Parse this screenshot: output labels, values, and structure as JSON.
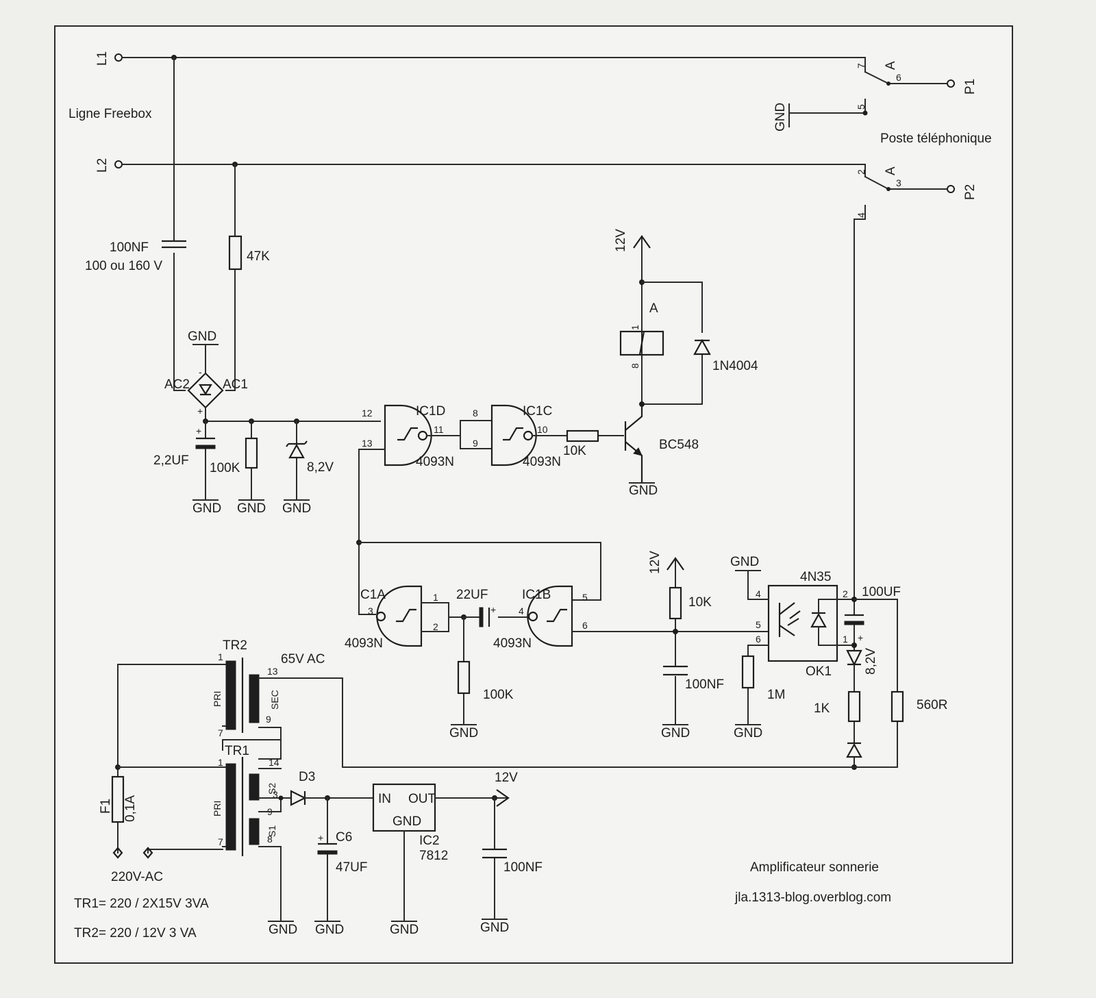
{
  "lines": {
    "l1": "L1",
    "l2": "L2",
    "freebox": "Ligne Freebox",
    "p1": "P1",
    "p2": "P2",
    "poste": "Poste téléphonique",
    "gnd": "GND",
    "relay_contact": "A"
  },
  "pins": {
    "p7": "7",
    "p6": "6",
    "p5": "5",
    "p2": "2",
    "p3": "3",
    "p4": "4",
    "r1": "1",
    "r8": "8",
    "g12": "12",
    "g13": "13",
    "g11": "11",
    "g8": "8",
    "g9": "9",
    "g10": "10",
    "g1": "1",
    "g2": "2",
    "g3": "3",
    "g4": "4",
    "g5": "5",
    "g6": "6",
    "o4": "4",
    "o5": "5",
    "o6": "6",
    "o2": "2",
    "o1": "1",
    "t1": "1",
    "t7": "7",
    "t13": "13",
    "t9": "9",
    "t14": "14",
    "t3": "3",
    "t9b": "9",
    "t7b": "7",
    "t1b": "1",
    "t8": "8",
    "minus": "-",
    "plus": "+"
  },
  "input_section": {
    "c1_value": "100NF",
    "c1_rating": "100 ou 160 V",
    "r1_value": "47K",
    "bridge_ac1": "AC1",
    "bridge_ac2": "AC2",
    "c2_value": "2,2UF",
    "r2_value": "100K",
    "zener_value": "8,2V"
  },
  "relay": {
    "supply": "12V",
    "coil_label": "A",
    "diode": "1N4004",
    "transistor": "BC548",
    "base_resistor": "10K"
  },
  "gates": {
    "ic1d": "IC1D",
    "ic1c": "IC1C",
    "ic1a": "C1A",
    "ic1b": "IC1B",
    "part": "4093N"
  },
  "timer": {
    "cap": "22UF",
    "resistor": "100K"
  },
  "optocoupler": {
    "supply": "12V",
    "r_pullup": "10K",
    "c_filter": "100NF",
    "name": "4N35",
    "ref": "OK1",
    "r_pulldown": "1M",
    "cap": "100UF",
    "zener": "8,2V",
    "r_series": "1K",
    "r_load": "560R"
  },
  "power": {
    "tr2": "TR2",
    "tr1": "TR1",
    "tr2_sec": "65V AC",
    "pri": "PRI",
    "sec": "SEC",
    "s1": "S1",
    "s2": "S2",
    "d3": "D3",
    "c6_ref": "C6",
    "c6_value": "47UF",
    "reg_in": "IN",
    "reg_out": "OUT",
    "reg_gnd": "GND",
    "reg_ref": "IC2",
    "reg_part": "7812",
    "out_voltage": "12V",
    "out_cap": "100NF",
    "fuse_ref": "F1",
    "fuse_value": "0,1A",
    "mains": "220V-AC",
    "tr1_spec": "TR1= 220 / 2X15V 3VA",
    "tr2_spec": "TR2= 220 / 12V 3 VA"
  },
  "credits": {
    "title": "Amplificateur sonnerie",
    "site": "jla.1313-blog.overblog.com"
  }
}
